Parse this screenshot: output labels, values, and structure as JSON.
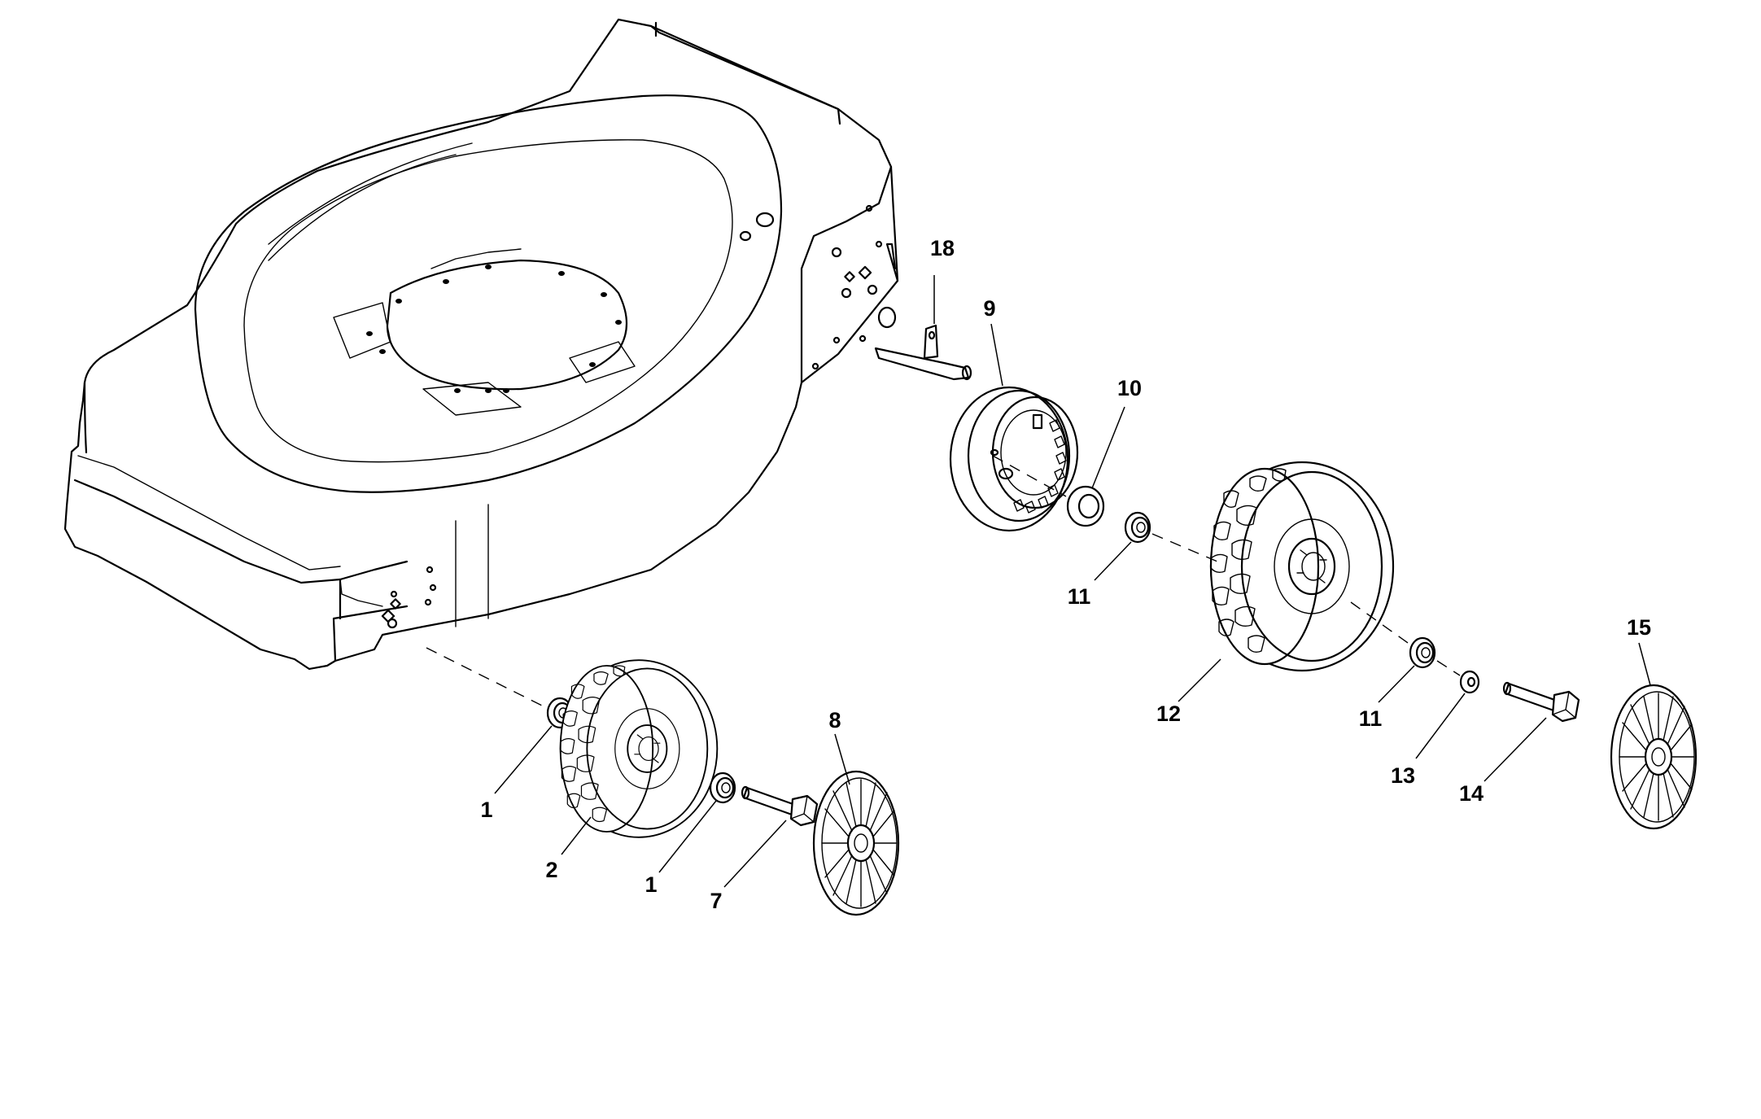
{
  "diagram": {
    "callouts": [
      {
        "id": "c1a",
        "label": "1"
      },
      {
        "id": "c2",
        "label": "2"
      },
      {
        "id": "c1b",
        "label": "1"
      },
      {
        "id": "c7",
        "label": "7"
      },
      {
        "id": "c8",
        "label": "8"
      },
      {
        "id": "c18",
        "label": "18"
      },
      {
        "id": "c9",
        "label": "9"
      },
      {
        "id": "c10",
        "label": "10"
      },
      {
        "id": "c11a",
        "label": "11"
      },
      {
        "id": "c12",
        "label": "12"
      },
      {
        "id": "c11b",
        "label": "11"
      },
      {
        "id": "c13",
        "label": "13"
      },
      {
        "id": "c14",
        "label": "14"
      },
      {
        "id": "c15",
        "label": "15"
      }
    ]
  }
}
